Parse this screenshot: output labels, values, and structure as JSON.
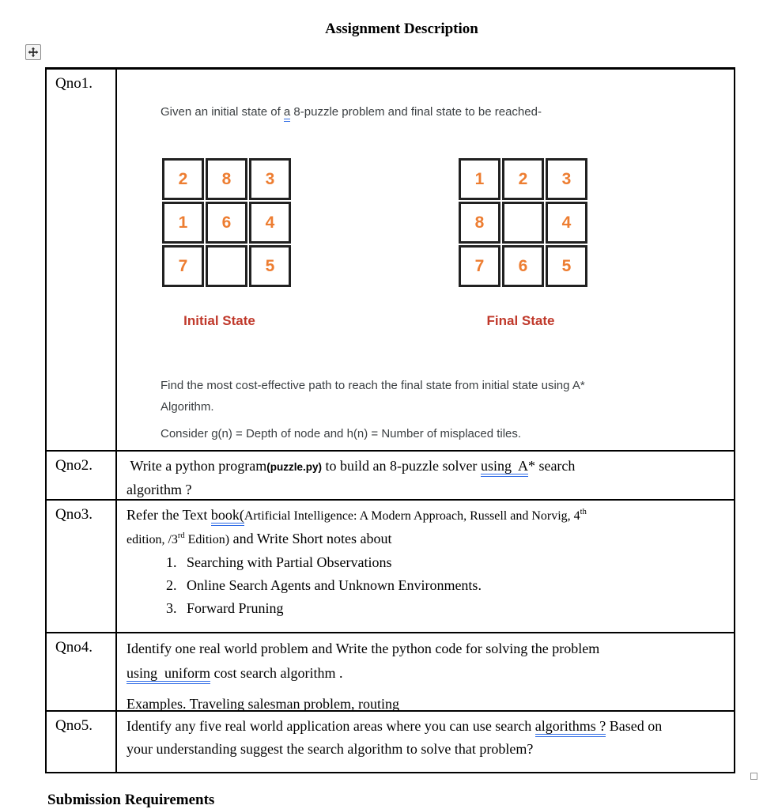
{
  "page": {
    "title": "Assignment Description",
    "background": "#ffffff"
  },
  "colors": {
    "tile_number": "#ED7D31",
    "state_label_red": "#C0392B",
    "grammar_underline_blue": "#2E6BE6",
    "grid_border": "#212121",
    "table_border": "#000000",
    "sans_text": "#3c4043"
  },
  "table": {
    "rows": [
      {
        "label": "Qno1."
      },
      {
        "label": "Qno2."
      },
      {
        "label": "Qno3."
      },
      {
        "label": "Qno4."
      },
      {
        "label": "Qno5."
      }
    ]
  },
  "qno1": {
    "prompt": [
      {
        "text": "Given an initial state of "
      },
      {
        "text": "a",
        "cls": "u"
      },
      {
        "text": " 8-puzzle problem and final state to be reached-"
      }
    ],
    "puzzles": {
      "initial": {
        "label": "Initial State",
        "cells": [
          [
            "2",
            "8",
            "3"
          ],
          [
            "1",
            "6",
            "4"
          ],
          [
            "7",
            "",
            "5"
          ]
        ]
      },
      "final": {
        "label": "Final State",
        "cells": [
          [
            "1",
            "2",
            "3"
          ],
          [
            "8",
            "",
            "4"
          ],
          [
            "7",
            "6",
            "5"
          ]
        ]
      }
    },
    "find_path": [
      {
        "text": "Find the most cost-effective path to reach the final state from initial state using A*"
      },
      {
        "br": true
      },
      {
        "text": "Algorithm."
      }
    ],
    "consider": [
      {
        "text": "Consider g(n) = Depth of node and h(n) = Number of misplaced tiles."
      }
    ]
  },
  "qno2": {
    "content": [
      {
        "text": " Write a python program"
      },
      {
        "text": "(puzzle.py)",
        "cls": "code"
      },
      {
        "text": " to build an 8-puzzle solver "
      },
      {
        "text": "using  A",
        "cls": "u"
      },
      {
        "text": "* search"
      },
      {
        "br": true
      },
      {
        "text": "algorithm ?"
      }
    ]
  },
  "qno3": {
    "intro": [
      {
        "text": "Refer the Text "
      },
      {
        "text": "book(",
        "cls": "u"
      },
      {
        "text": "Artificial Intelligence: A Modern Approach, Russell and Norvig, 4",
        "cls": "small"
      },
      {
        "text": "th",
        "cls": "small sup"
      },
      {
        "br": true
      },
      {
        "text": "edition, /3",
        "cls": "small"
      },
      {
        "text": "rd",
        "cls": "small sup"
      },
      {
        "text": " Edition)",
        "cls": "small"
      },
      {
        "text": " and Write Short notes about"
      }
    ],
    "items": [
      {
        "num": "1.",
        "text": "Searching with Partial Observations"
      },
      {
        "num": "2.",
        "text": "Online Search Agents and Unknown Environments."
      },
      {
        "num": "3.",
        "text": "Forward Pruning"
      }
    ]
  },
  "qno4": {
    "para1": [
      {
        "text": "Identify one real world problem and Write the python code for solving the problem"
      },
      {
        "br": true
      },
      {
        "text": "using  uniform",
        "cls": "u"
      },
      {
        "text": " cost search algorithm ."
      }
    ],
    "para2": "Examples. Traveling salesman problem, routing"
  },
  "qno5": {
    "content": [
      {
        "text": "Identify any five real world application areas where you can use search "
      },
      {
        "text": "algorithms ?",
        "cls": "u"
      },
      {
        "text": " Based on"
      },
      {
        "br": true
      },
      {
        "text": "your understanding suggest the search algorithm to solve that problem?"
      }
    ]
  },
  "footer": {
    "partial_heading": "Submission Requirements"
  }
}
